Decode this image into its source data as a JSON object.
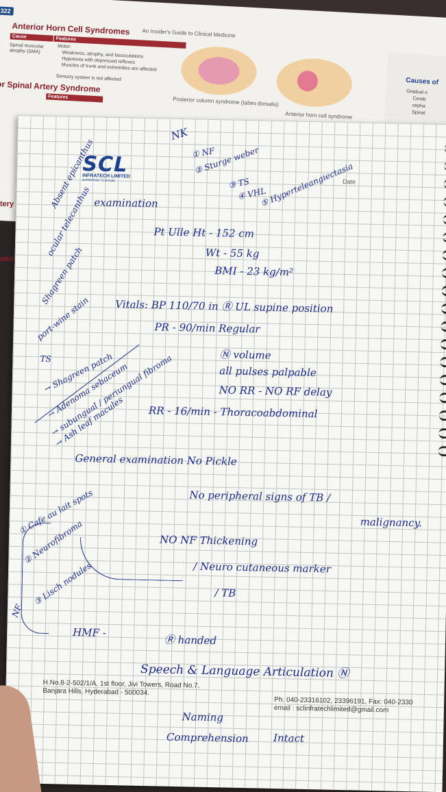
{
  "book": {
    "page_number": "322",
    "running_header": "An Insider's Guide to Clinical Medicine",
    "section_title_1": "Anterior Horn Cell Syndromes",
    "col_cause": "Cause",
    "col_features": "Features",
    "row1_cause": "Spinal muscular atrophy (SMA)",
    "row1_features": [
      "Motor:",
      "Weakness, atrophy, and fasciculations",
      "Hypotonia with depressed reflexes",
      "Muscles of trunk and extremities are affected",
      "Sensory system is not affected"
    ],
    "section_title_2": "nterior Spinal Artery Syndrome",
    "fig_caption_1": "Posterior column syndrome (tabes dorsalis)",
    "fig_caption_2": "Anterior horn cell syndrome",
    "right_title": "Causes of",
    "right_items": [
      "Gradual o",
      "Cereb",
      "cepha",
      "Spinal"
    ],
    "left_fragments": [
      "tery Sym",
      "and P"
    ]
  },
  "logo": {
    "name": "SCL",
    "company": "INFRATECH LIMITED",
    "tagline": "EXPERTISE TO EXCEL"
  },
  "notes": {
    "nk_header": "NK",
    "nk_list": [
      "① NF",
      "② Sturge weber",
      "③ TS",
      "④ VHL",
      "⑤ Hyperteleangiectasia"
    ],
    "left_margin_1": "Absent epicanthus",
    "left_margin_2": "ocular telecanthus",
    "exam_heading": "examination",
    "pt_line": "Pt Ulle  Ht - 152 cm",
    "wt_line": "Wt - 55 kg",
    "bmi_line": "BMI - 23 kg/m²",
    "shagreen": "Shagreen patch",
    "port_wine": "port-wine stain",
    "vitals": "Vitals:  BP 110/70 in Ⓡ UL supine position",
    "pr": "PR - 90/min  Regular",
    "volume": "Ⓝ volume",
    "pulses": "all pulses palpable",
    "no_rr": "NO RR - NO RF delay",
    "rr": "RR - 16/min - Thoracoabdominal",
    "ts_label": "TS",
    "ts_list": [
      "→ Shagreen patch",
      "→ Adenoma sebaceum",
      "→ subungual / periungual fibroma",
      "→ Ash leaf macules"
    ],
    "general_exam": "General examination  No Pickle",
    "no_peripheral": "No peripheral signs of TB /",
    "malignancy": "malignancy.",
    "cafe_list": [
      "① Cafe au lait spots",
      "② Neurofibroma",
      "③ Lisch nodules"
    ],
    "nf_label": "NF",
    "no_nerve": "NO NF Thickening",
    "neurocut": "/ Neuro cutaneous marker",
    "tb": "/ TB",
    "hmf": "HMF -",
    "handed": "Ⓡ handed",
    "speech": "Speech & Language Articulation Ⓝ",
    "naming": "Naming",
    "comprehension": "Comprehension",
    "intact": "Intact",
    "date_label": "Date"
  },
  "footer": {
    "address_1": "H.No.8-2-502/1/A, 1st floor, Jivi Towers, Road No.7,",
    "address_2": "Banjara Hills, Hyderabad - 500034.",
    "phone": "Ph. 040-23316102, 23396191, Fax: 040-2330",
    "email": "email : sclinfratechlimited@gmail.com"
  }
}
